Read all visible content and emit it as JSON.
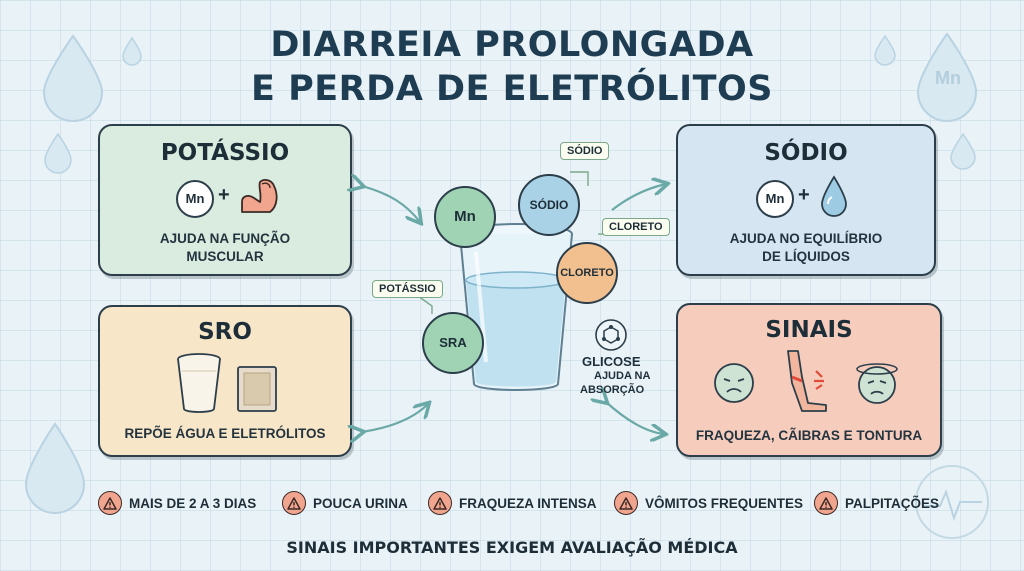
{
  "title": {
    "line1": "DIARREIA PROLONGADA",
    "line2": "E PERDA DE ELETRÓLITOS"
  },
  "cards": {
    "potassio": {
      "title": "POTÁSSIO",
      "badge": "Mn",
      "text1": "AJUDA NA FUNÇÃO",
      "text2": "MUSCULAR",
      "color": "#d9ecdf"
    },
    "sodio": {
      "title": "SÓDIO",
      "badge": "Mn",
      "text1": "AJUDA NO EQUILÍBRIO",
      "text2": "DE LÍQUIDOS",
      "color": "#d5e6f2"
    },
    "sro": {
      "title": "SRO",
      "text": "REPÕE ÁGUA E ELETRÓLITOS",
      "color": "#f7e6c8"
    },
    "sinais": {
      "title": "SINAIS",
      "text": "FRAQUEZA, CÃIBRAS E TONTURA",
      "color": "#f6cdbd"
    }
  },
  "center": {
    "bubbles": {
      "mn": "Mn",
      "sodio": "SÓDIO",
      "cloreto": "CLORETO",
      "sra": "SRA"
    },
    "tags": {
      "sodio": "SÓDIO",
      "cloreto": "CLORETO",
      "potassio": "POTÁSSIO"
    },
    "glicose": {
      "label": "GLICOSE",
      "desc1": "AJUDA NA",
      "desc2": "ABSORÇÃO"
    }
  },
  "deco": {
    "drop_badge": "Mn"
  },
  "warnings": [
    {
      "label": "MAIS DE 2 A 3 DIAS",
      "icon": "warning-icon"
    },
    {
      "label": "POUCA URINA",
      "icon": "warning-icon"
    },
    {
      "label": "FRAQUEZA INTENSA",
      "icon": "warning-icon"
    },
    {
      "label": "VÔMITOS FREQUENTES",
      "icon": "warning-icon"
    },
    {
      "label": "PALPITAÇÕES",
      "icon": "warning-icon"
    }
  ],
  "footer": "SINAIS IMPORTANTES EXIGEM AVALIAÇÃO MÉDICA",
  "colors": {
    "accent_green": "#9fd3b4",
    "accent_blue": "#a9d2e6",
    "accent_orange": "#f2c08e",
    "warning": "#f2a58e"
  }
}
